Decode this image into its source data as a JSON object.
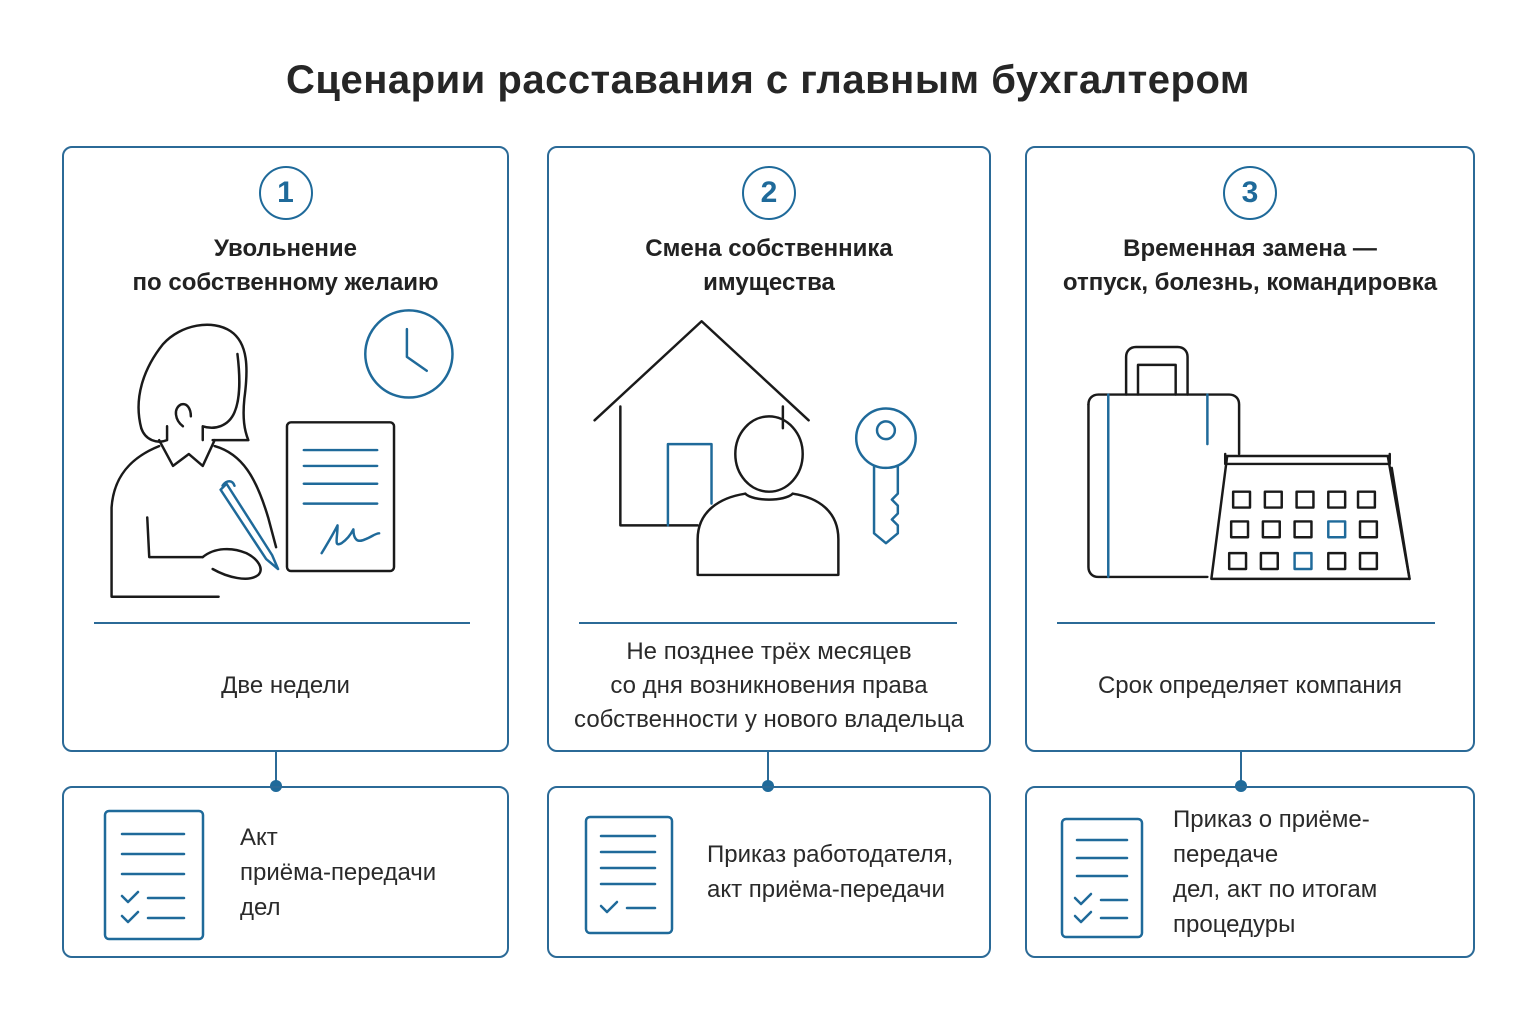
{
  "title": "Сценарии расставания с главным бухгалтером",
  "colors": {
    "accent": "#1f6a9a",
    "border": "#2b6a97",
    "ink": "#1a1a1a"
  },
  "scenarios": [
    {
      "number": "1",
      "heading": [
        "Увольнение",
        "по собственному желаию"
      ],
      "icons": [
        "woman-signing-icon",
        "clock-icon",
        "signed-document-icon"
      ],
      "deadline": [
        "Две недели"
      ],
      "document_lines": [
        "Акт",
        "приёма-передачи",
        "дел"
      ]
    },
    {
      "number": "2",
      "heading": [
        "Смена собственника",
        "имущества"
      ],
      "icons": [
        "house-icon",
        "person-icon",
        "key-icon"
      ],
      "deadline": [
        "Не позднее трёх месяцев",
        "со дня возникновения права",
        "собственности у нового владельца"
      ],
      "document_lines": [
        "Приказ работодателя,",
        "акт приёма-передачи"
      ]
    },
    {
      "number": "3",
      "heading": [
        "Временная замена —",
        "отпуск, болезнь, командировка"
      ],
      "icons": [
        "suitcase-icon",
        "calendar-icon"
      ],
      "deadline": [
        "Срок определяет компания"
      ],
      "document_lines": [
        "Приказ о приёме-передаче",
        "дел, акт по итогам",
        "процедуры"
      ]
    }
  ]
}
